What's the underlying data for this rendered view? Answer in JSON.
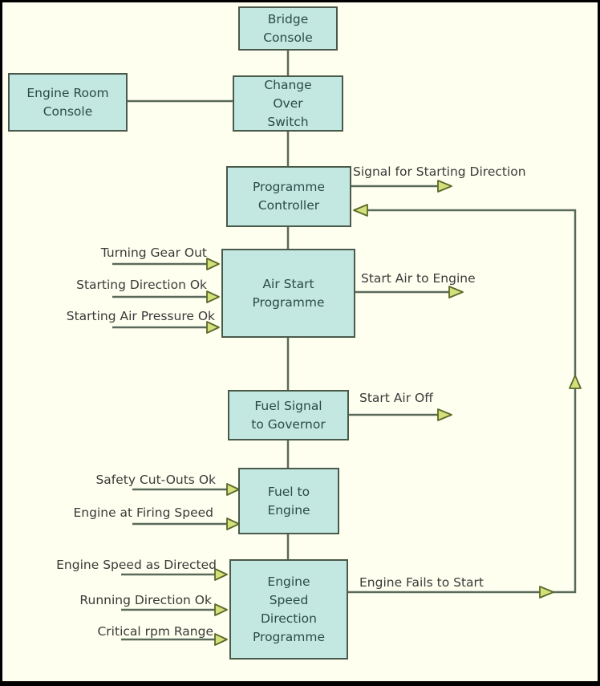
{
  "diagram": {
    "title": "Main Engine Starting Sequence",
    "colors": {
      "box_fill": "#c3e8e2",
      "box_border": "#4a5a4a",
      "box_text": "#2b4a45",
      "arrow_fill": "#d4e07a",
      "line": "#5a6a5a",
      "background": "#fffff0",
      "frame": "#000000"
    },
    "boxes": {
      "bridge_console": "Bridge\nConsole",
      "engine_room_console": "Engine Room\nConsole",
      "change_over_switch": "Change\nOver\nSwitch",
      "programme_controller": "Programme\nController",
      "air_start_programme": "Air Start\nProgramme",
      "fuel_signal_to_governor": "Fuel Signal\nto Governor",
      "fuel_to_engine": "Fuel to\nEngine",
      "engine_speed_direction_programme": "Engine\nSpeed\nDirection\nProgramme"
    },
    "outputs": {
      "signal_for_starting_direction": "Signal for Starting Direction",
      "start_air_to_engine": "Start Air to Engine",
      "start_air_off": "Start Air Off",
      "engine_fails_to_start": "Engine Fails to Start"
    },
    "inputs": {
      "air_start": [
        "Turning Gear Out",
        "Starting Direction Ok",
        "Starting Air Pressure Ok"
      ],
      "fuel_to_engine": [
        "Safety Cut-Outs Ok",
        "Engine at Firing Speed"
      ],
      "engine_speed": [
        "Engine Speed as Directed",
        "Running Direction Ok",
        "Critical rpm Range"
      ]
    },
    "connections": [
      {
        "from": "bridge_console",
        "to": "change_over_switch"
      },
      {
        "from": "engine_room_console",
        "to": "change_over_switch"
      },
      {
        "from": "change_over_switch",
        "to": "programme_controller"
      },
      {
        "from": "programme_controller",
        "to": "air_start_programme"
      },
      {
        "from": "air_start_programme",
        "to": "fuel_signal_to_governor"
      },
      {
        "from": "fuel_signal_to_governor",
        "to": "fuel_to_engine"
      },
      {
        "from": "fuel_to_engine",
        "to": "engine_speed_direction_programme"
      },
      {
        "from": "engine_speed_direction_programme",
        "to": "programme_controller",
        "label": "Engine Fails to Start",
        "type": "feedback"
      }
    ]
  }
}
